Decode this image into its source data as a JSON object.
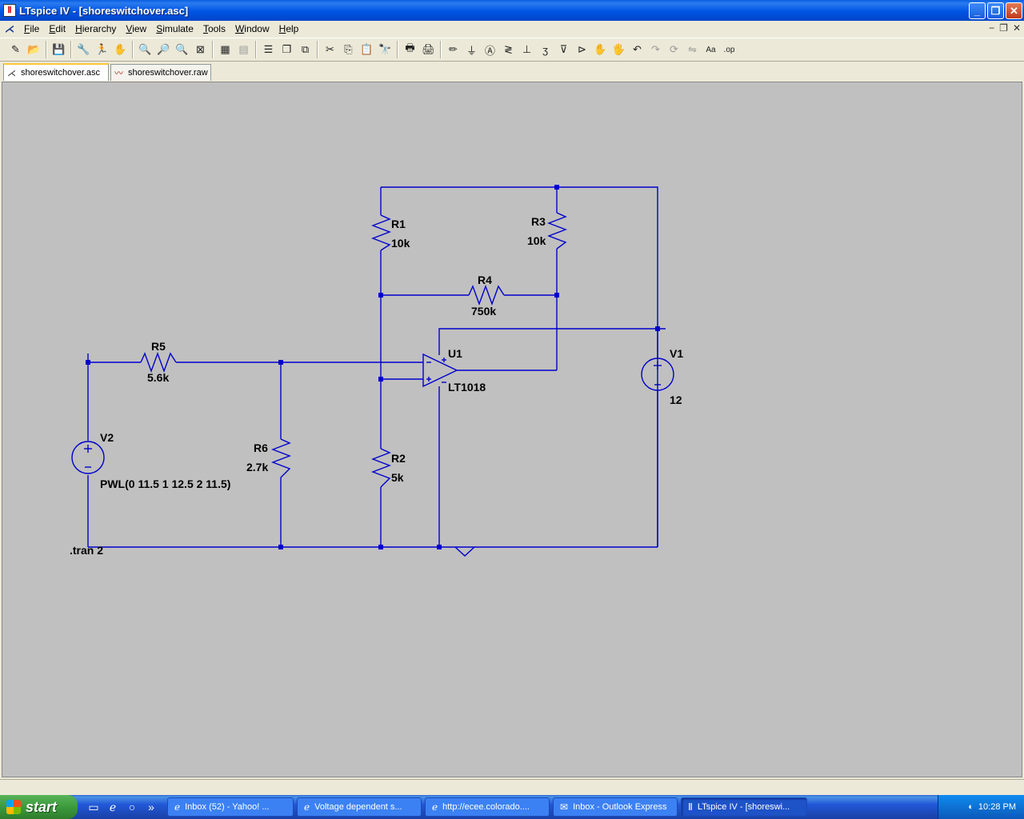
{
  "window": {
    "title": "LTspice IV - [shoreswitchover.asc]"
  },
  "menu": [
    "File",
    "Edit",
    "Hierarchy",
    "View",
    "Simulate",
    "Tools",
    "Window",
    "Help"
  ],
  "toolbar": [
    {
      "name": "new-schematic-icon",
      "glyph": "✎"
    },
    {
      "name": "open-icon",
      "glyph": "📂"
    },
    {
      "sep": true
    },
    {
      "name": "save-icon",
      "glyph": "💾"
    },
    {
      "sep": true
    },
    {
      "name": "control-panel-icon",
      "glyph": "🔧"
    },
    {
      "name": "run-icon",
      "glyph": "🏃"
    },
    {
      "name": "halt-icon",
      "glyph": "✋",
      "dim": true
    },
    {
      "sep": true
    },
    {
      "name": "zoom-in-icon",
      "glyph": "🔍"
    },
    {
      "name": "pan-icon",
      "glyph": "🔎",
      "dim": true
    },
    {
      "name": "zoom-out-icon",
      "glyph": "🔍"
    },
    {
      "name": "zoom-fit-icon",
      "glyph": "⊠"
    },
    {
      "sep": true
    },
    {
      "name": "autorange-icon",
      "glyph": "▦"
    },
    {
      "name": "grid-icon",
      "glyph": "▤",
      "dim": true
    },
    {
      "sep": true
    },
    {
      "name": "tile-horizontal-icon",
      "glyph": "☰"
    },
    {
      "name": "cascade-icon",
      "glyph": "❐"
    },
    {
      "name": "tile-vertical-icon",
      "glyph": "⧉"
    },
    {
      "sep": true
    },
    {
      "name": "cut-icon",
      "glyph": "✂"
    },
    {
      "name": "copy-icon",
      "glyph": "⎘"
    },
    {
      "name": "paste-icon",
      "glyph": "📋",
      "dim": true
    },
    {
      "name": "find-icon",
      "glyph": "🔭"
    },
    {
      "sep": true
    },
    {
      "name": "print-setup-icon",
      "glyph": "🖶"
    },
    {
      "name": "print-icon",
      "glyph": "🖨"
    },
    {
      "sep": true
    },
    {
      "name": "draw-wire-icon",
      "glyph": "✏"
    },
    {
      "name": "ground-icon",
      "glyph": "⏚"
    },
    {
      "name": "label-net-icon",
      "glyph": "Ⓐ"
    },
    {
      "name": "resistor-icon",
      "glyph": "≷"
    },
    {
      "name": "capacitor-icon",
      "glyph": "⊥"
    },
    {
      "name": "inductor-icon",
      "glyph": "ʒ"
    },
    {
      "name": "diode-icon",
      "glyph": "⊽"
    },
    {
      "name": "component-icon",
      "glyph": "⊳"
    },
    {
      "name": "move-icon",
      "glyph": "✋"
    },
    {
      "name": "drag-icon",
      "glyph": "🖐"
    },
    {
      "name": "undo-icon",
      "glyph": "↶"
    },
    {
      "name": "redo-icon",
      "glyph": "↷",
      "dim": true
    },
    {
      "name": "rotate-icon",
      "glyph": "⟳",
      "dim": true
    },
    {
      "name": "mirror-icon",
      "glyph": "⇋",
      "dim": true
    },
    {
      "name": "text-icon",
      "glyph": "Aa"
    },
    {
      "name": "spice-directive-icon",
      "glyph": ".op"
    }
  ],
  "tabs": [
    {
      "label": "shoreswitchover.asc",
      "active": true,
      "icon": "schematic-icon"
    },
    {
      "label": "shoreswitchover.raw",
      "active": false,
      "icon": "waveform-icon"
    }
  ],
  "schematic": {
    "components": {
      "R1": {
        "ref": "R1",
        "value": "10k"
      },
      "R2": {
        "ref": "R2",
        "value": "5k"
      },
      "R3": {
        "ref": "R3",
        "value": "10k"
      },
      "R4": {
        "ref": "R4",
        "value": "750k"
      },
      "R5": {
        "ref": "R5",
        "value": "5.6k"
      },
      "R6": {
        "ref": "R6",
        "value": "2.7k"
      },
      "U1": {
        "ref": "U1",
        "value": "LT1018"
      },
      "V1": {
        "ref": "V1",
        "value": "12"
      },
      "V2": {
        "ref": "V2",
        "value": "PWL(0 11.5 1 12.5 2 11.5)"
      }
    },
    "directive": ".tran 2",
    "wire_color": "#0000CC"
  },
  "taskbar": {
    "start_label": "start",
    "tasks": [
      {
        "label": "Inbox (52) - Yahoo! ...",
        "icon": "ie-icon"
      },
      {
        "label": "Voltage dependent s...",
        "icon": "ie-icon"
      },
      {
        "label": "http://ecee.colorado....",
        "icon": "ie-icon"
      },
      {
        "label": "Inbox - Outlook Express",
        "icon": "outlook-icon"
      },
      {
        "label": "LTspice IV - [shoreswi...",
        "icon": "ltspice-icon",
        "active": true
      }
    ],
    "clock": "10:28 PM"
  }
}
